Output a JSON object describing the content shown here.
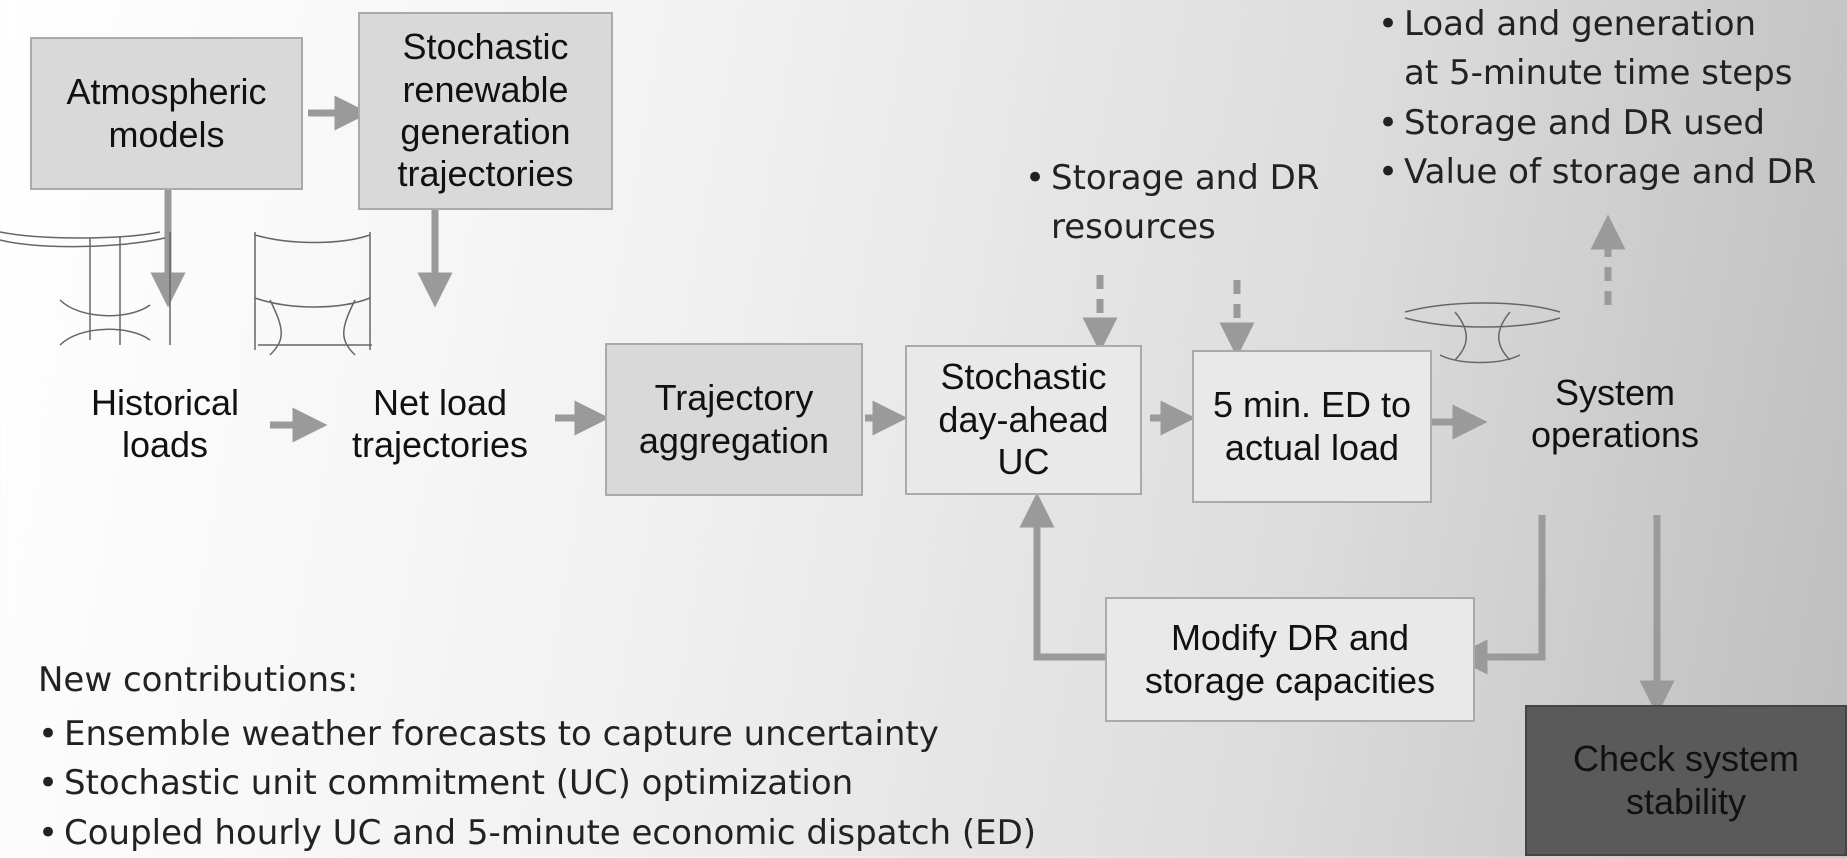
{
  "boxes": {
    "atmospheric": "Atmospheric\nmodels",
    "stochastic_renewable": "Stochastic\nrenewable\ngeneration\ntrajectories",
    "trajectory_aggregation": "Trajectory\naggregation",
    "stochastic_uc": "Stochastic\nday-ahead\nUC",
    "ed": "5 min. ED to\nactual load",
    "modify": "Modify DR and\nstorage capacities",
    "check": "Check system\nstability"
  },
  "labels": {
    "historical_loads": "Historical\nloads",
    "net_load": "Net load\ntrajectories",
    "system_operations": "System\noperations"
  },
  "storage_resources": [
    "Storage and DR\nresources"
  ],
  "outputs": [
    "Load and generation\nat 5-minute time steps",
    "Storage and DR used",
    "Value of storage and DR"
  ],
  "contributions": {
    "heading": "New contributions:",
    "items": [
      "Ensemble weather forecasts to capture uncertainty",
      "Stochastic unit commitment (UC) optimization",
      "Coupled hourly UC and 5-minute economic dispatch (ED)"
    ]
  },
  "colors": {
    "box_fill": "#d9d9d9",
    "box_light_fill": "#e9e9e9",
    "dark_box_fill": "#5a5a5a",
    "arrow": "#9a9a9a"
  }
}
